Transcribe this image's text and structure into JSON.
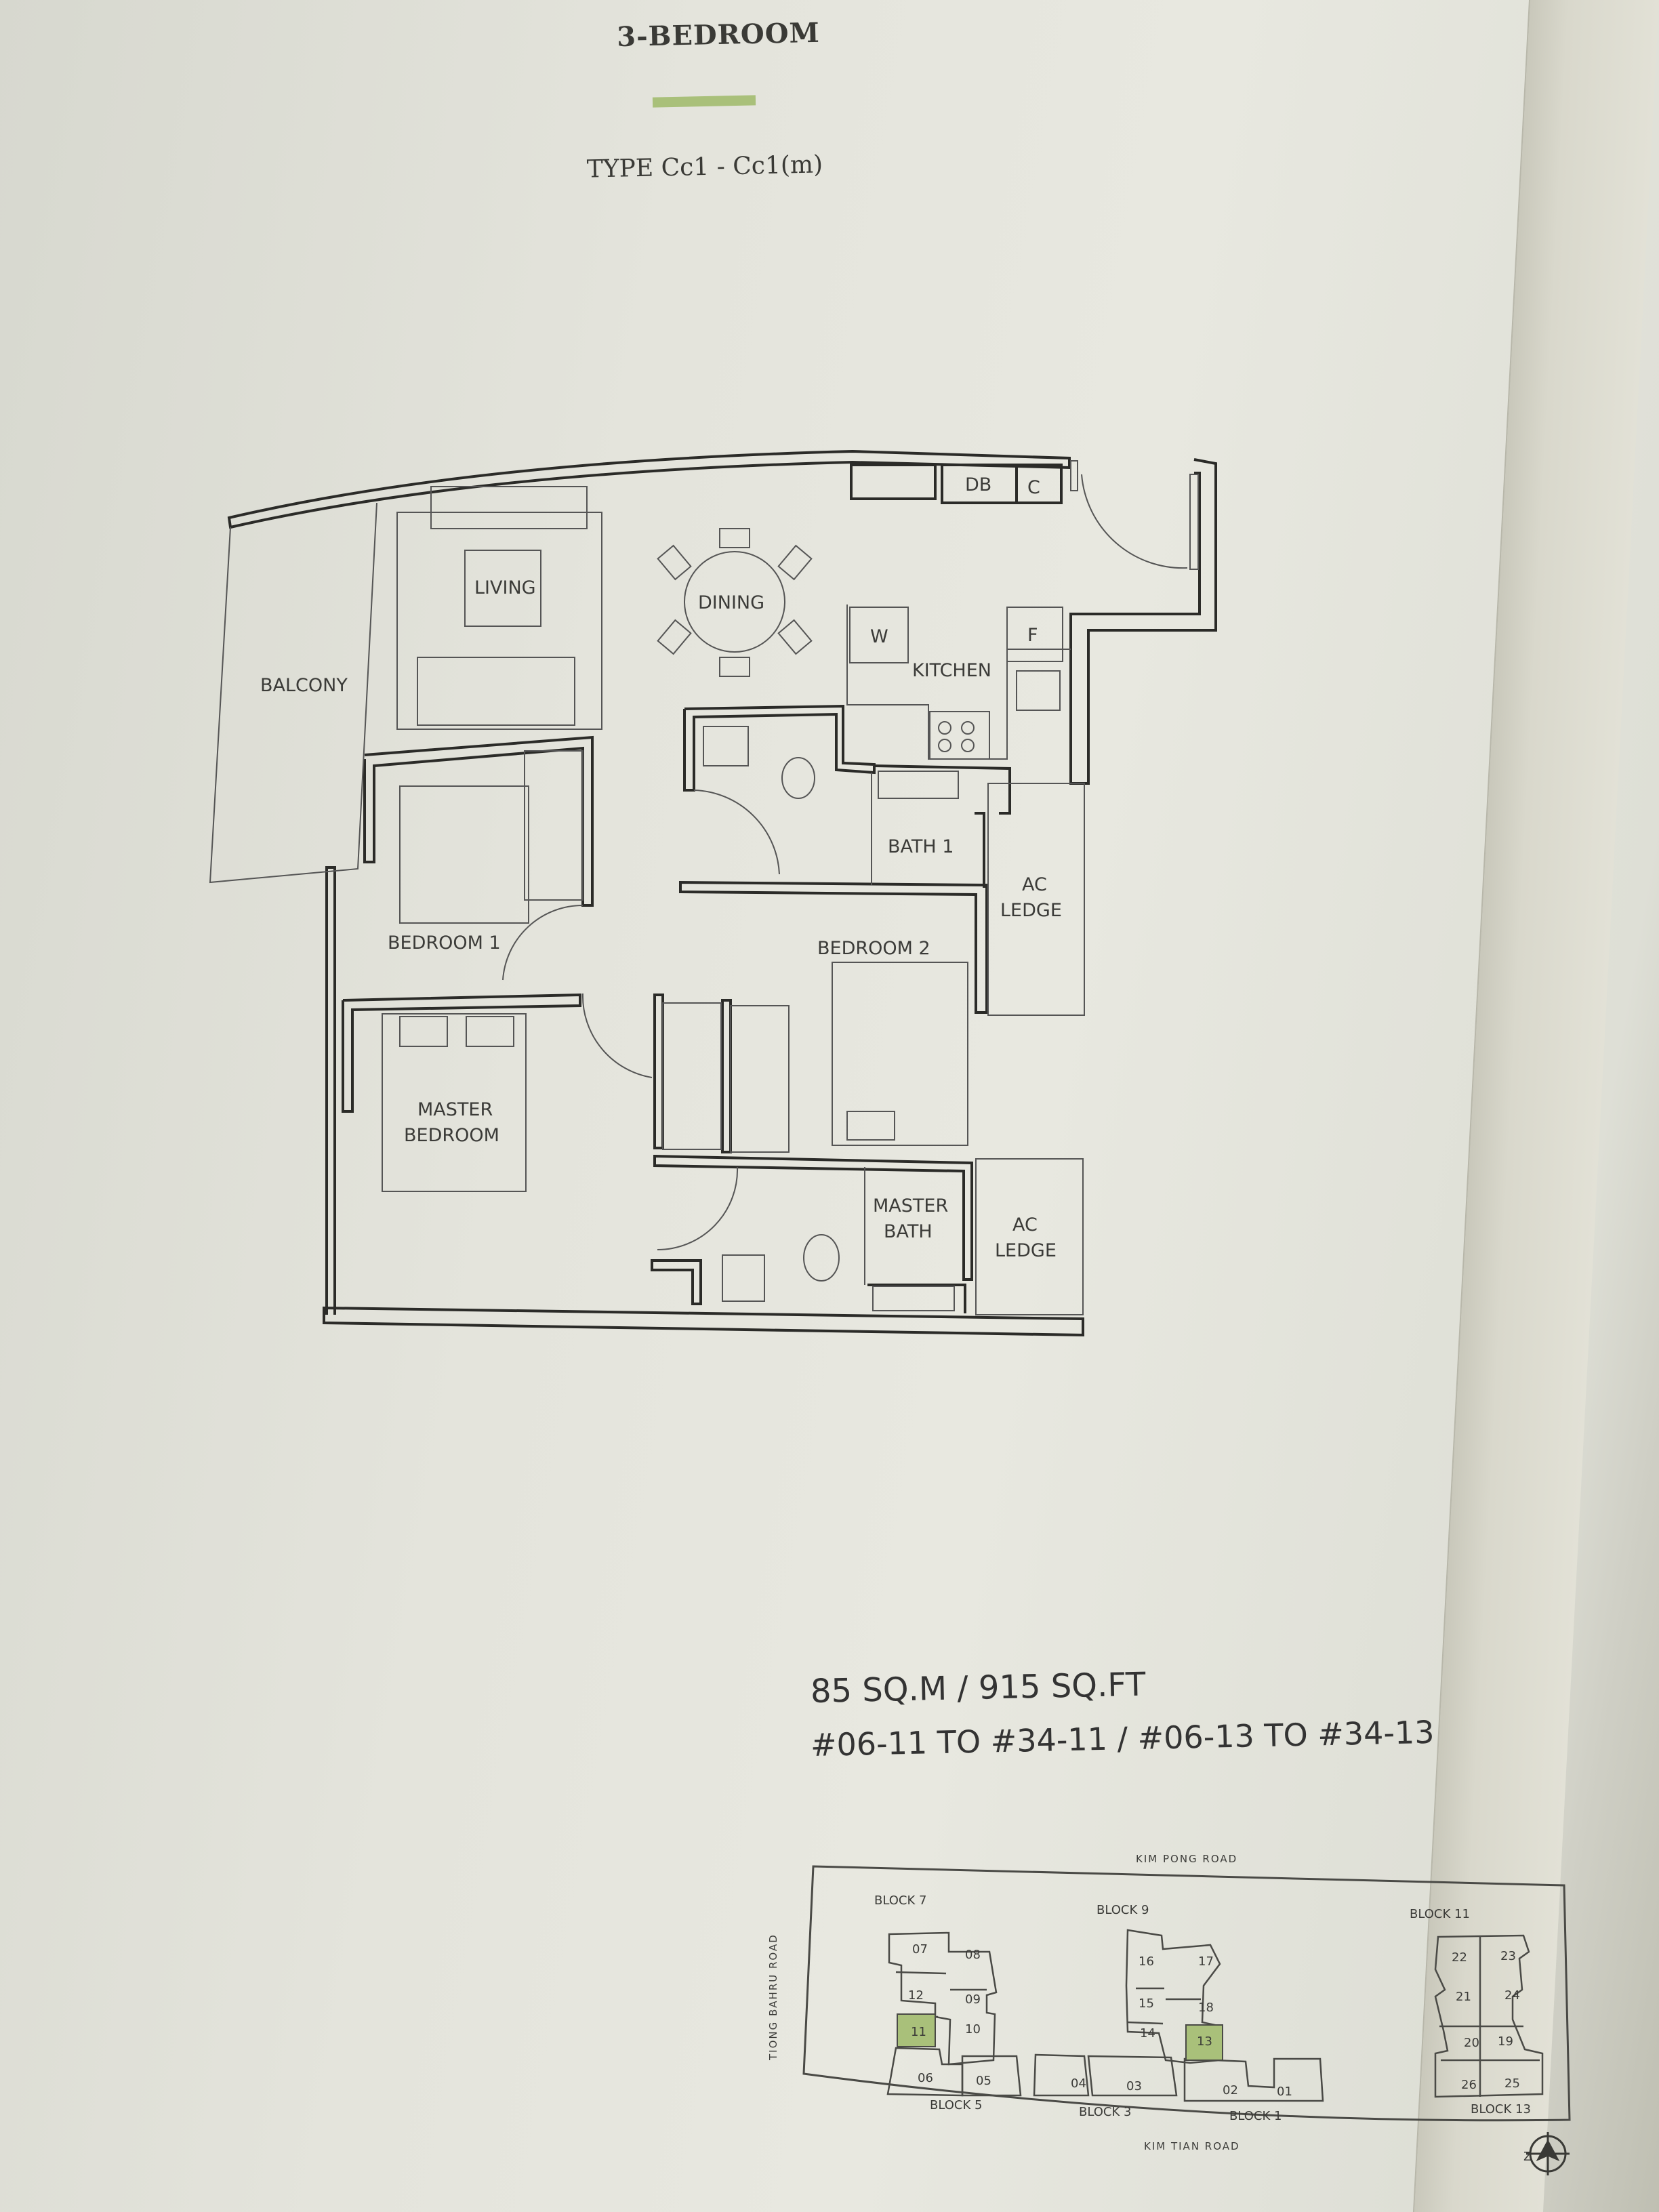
{
  "heading": {
    "title": "3-BEDROOM",
    "type_label": "TYPE Cc1 - Cc1(m)"
  },
  "accent_color": "#a9c07a",
  "floor_plan": {
    "rooms": {
      "balcony": "BALCONY",
      "living": "LIVING",
      "dining": "DINING",
      "kitchen": "KITCHEN",
      "washer": "W",
      "fridge": "F",
      "db": "DB",
      "c": "C",
      "bath1": "BATH 1",
      "ac_ledge_1_line1": "AC",
      "ac_ledge_1_line2": "LEDGE",
      "bedroom1": "BEDROOM 1",
      "bedroom2": "BEDROOM 2",
      "master_bedroom_line1": "MASTER",
      "master_bedroom_line2": "BEDROOM",
      "master_bath_line1": "MASTER",
      "master_bath_line2": "BATH",
      "ac_ledge_2_line1": "AC",
      "ac_ledge_2_line2": "LEDGE"
    }
  },
  "unit_info": {
    "area": "85 SQ.M / 915 SQ.FT",
    "units": "#06-11 TO #34-11 / #06-13 TO #34-13"
  },
  "key_plan": {
    "road_top": "KIM PONG ROAD",
    "road_bottom": "KIM TIAN ROAD",
    "road_left": "TIONG BAHRU ROAD",
    "blocks": {
      "block7": "BLOCK 7",
      "block9": "BLOCK 9",
      "block11": "BLOCK 11",
      "block5": "BLOCK 5",
      "block3": "BLOCK 3",
      "block1": "BLOCK 1",
      "block13": "BLOCK 13"
    },
    "units": {
      "u07": "07",
      "u08": "08",
      "u12": "12",
      "u09": "09",
      "u11": "11",
      "u10": "10",
      "u06": "06",
      "u05": "05",
      "u04": "04",
      "u03": "03",
      "u16": "16",
      "u17": "17",
      "u15": "15",
      "u18": "18",
      "u14": "14",
      "u13": "13",
      "u02": "02",
      "u01": "01",
      "u22": "22",
      "u23": "23",
      "u21": "21",
      "u24": "24",
      "u20": "20",
      "u19": "19",
      "u26": "26",
      "u25": "25"
    },
    "highlighted_units": [
      "11",
      "13"
    ],
    "north_label": "Z"
  }
}
